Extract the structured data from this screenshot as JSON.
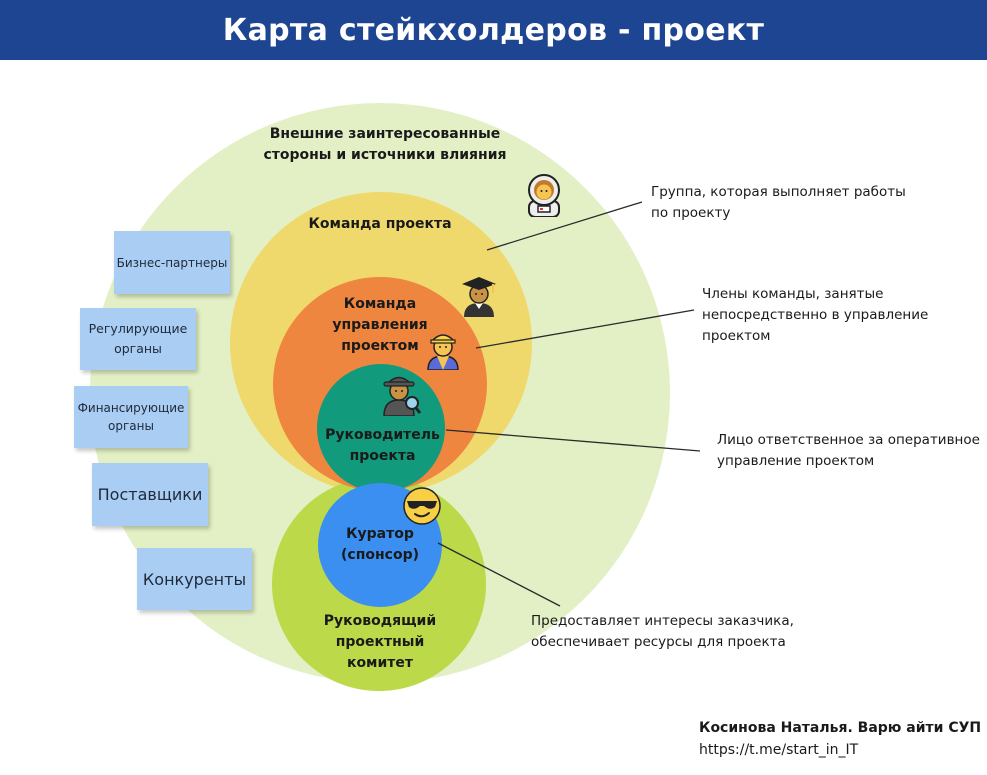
{
  "header": {
    "title": "Карта стейкхолдеров - проект"
  },
  "circles": {
    "outer": {
      "label": "Внешние заинтересованные стороны и источники влияния",
      "color": "#e3f0c5"
    },
    "team": {
      "label": "Команда проекта",
      "color": "#efd96d"
    },
    "mgmt_team": {
      "label": "Команда управления проектом",
      "color": "#ef8640"
    },
    "pm": {
      "label": "Руководитель проекта",
      "color": "#119a7b"
    },
    "committee": {
      "label": "Руководящий проектный комитет",
      "color": "#bcd94a"
    },
    "sponsor": {
      "label": "Куратор (спонсор)",
      "color": "#3b8ff0"
    }
  },
  "notes": {
    "team": "Группа, которая выполняет работы по проекту",
    "mgmt_team": "Члены команды, занятые непосредственно в управление проектом",
    "pm": "Лицо ответственное за оперативное управление проектом",
    "sponsor": "Предоставляет интересы заказчика, обеспечивает ресурсы для проекта"
  },
  "external_stakeholders": [
    "Бизнес-партнеры",
    "Регулирующие органы",
    "Финансирующие органы",
    "Поставщики",
    "Конкуренты"
  ],
  "icons": {
    "astronaut": "astronaut-icon",
    "graduate": "graduate-icon",
    "worker": "construction-worker-icon",
    "detective": "detective-icon",
    "sunglasses": "sunglasses-face-icon"
  },
  "footer": {
    "author": "Косинова Наталья. Варю айти СУП",
    "link": "https://t.me/start_in_IT"
  }
}
